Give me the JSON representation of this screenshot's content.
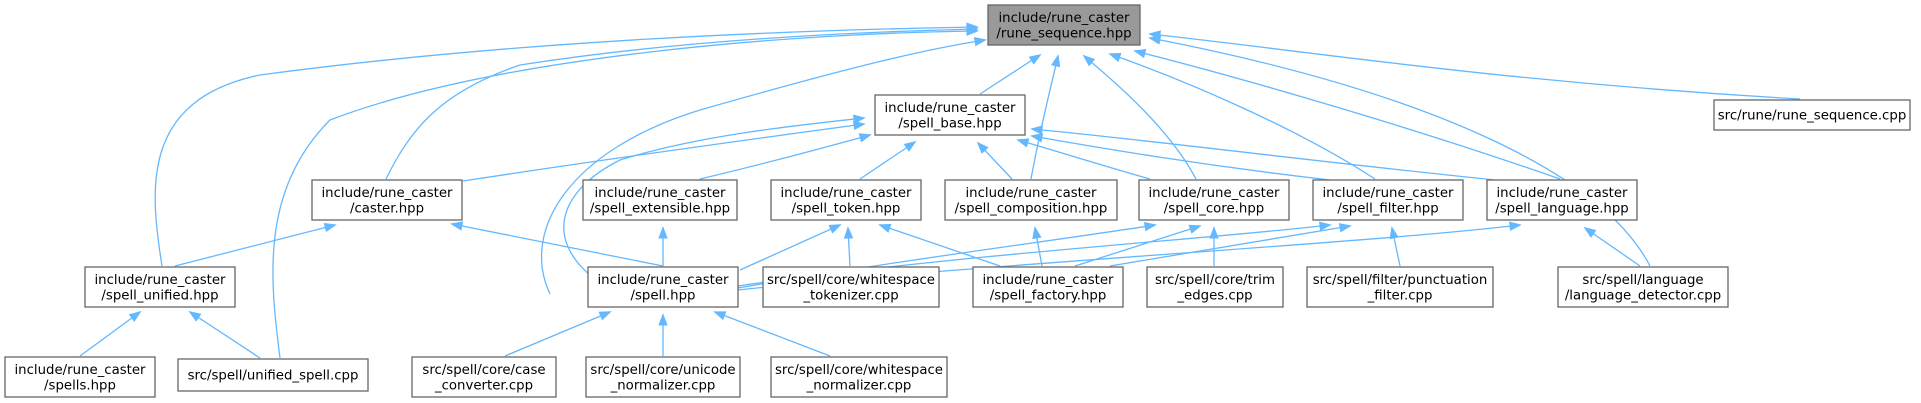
{
  "diagram": {
    "title": "",
    "edge_color": "#63b8ff",
    "root_fill": "#999999",
    "nodes": [
      {
        "id": "root",
        "lines": [
          "include/rune_caster",
          "/rune_sequence.hpp"
        ],
        "root": true
      },
      {
        "id": "spell_base",
        "lines": [
          "include/rune_caster",
          "/spell_base.hpp"
        ]
      },
      {
        "id": "rune_sequence_cpp",
        "lines": [
          "src/rune/rune_sequence.cpp"
        ]
      },
      {
        "id": "caster",
        "lines": [
          "include/rune_caster",
          "/caster.hpp"
        ]
      },
      {
        "id": "spell_extensible",
        "lines": [
          "include/rune_caster",
          "/spell_extensible.hpp"
        ]
      },
      {
        "id": "spell_token",
        "lines": [
          "include/rune_caster",
          "/spell_token.hpp"
        ]
      },
      {
        "id": "spell_composition",
        "lines": [
          "include/rune_caster",
          "/spell_composition.hpp"
        ]
      },
      {
        "id": "spell_core",
        "lines": [
          "include/rune_caster",
          "/spell_core.hpp"
        ]
      },
      {
        "id": "spell_filter",
        "lines": [
          "include/rune_caster",
          "/spell_filter.hpp"
        ]
      },
      {
        "id": "spell_language",
        "lines": [
          "include/rune_caster",
          "/spell_language.hpp"
        ]
      },
      {
        "id": "spell_unified",
        "lines": [
          "include/rune_caster",
          "/spell_unified.hpp"
        ]
      },
      {
        "id": "spell",
        "lines": [
          "include/rune_caster",
          "/spell.hpp"
        ]
      },
      {
        "id": "whitespace_tokenizer",
        "lines": [
          "src/spell/core/whitespace",
          "_tokenizer.cpp"
        ]
      },
      {
        "id": "spell_factory",
        "lines": [
          "include/rune_caster",
          "/spell_factory.hpp"
        ]
      },
      {
        "id": "trim_edges",
        "lines": [
          "src/spell/core/trim",
          "_edges.cpp"
        ]
      },
      {
        "id": "punctuation_filter",
        "lines": [
          "src/spell/filter/punctuation",
          "_filter.cpp"
        ]
      },
      {
        "id": "language_detector",
        "lines": [
          "src/spell/language",
          "/language_detector.cpp"
        ]
      },
      {
        "id": "spells",
        "lines": [
          "include/rune_caster",
          "/spells.hpp"
        ]
      },
      {
        "id": "unified_spell",
        "lines": [
          "src/spell/unified_spell.cpp"
        ]
      },
      {
        "id": "case_converter",
        "lines": [
          "src/spell/core/case",
          "_converter.cpp"
        ]
      },
      {
        "id": "unicode_normalizer",
        "lines": [
          "src/spell/core/unicode",
          "_normalizer.cpp"
        ]
      },
      {
        "id": "whitespace_normalizer",
        "lines": [
          "src/spell/core/whitespace",
          "_normalizer.cpp"
        ]
      }
    ],
    "edges": [
      {
        "from": "spell_base",
        "to": "root"
      },
      {
        "from": "rune_sequence_cpp",
        "to": "root"
      },
      {
        "from": "caster",
        "to": "root"
      },
      {
        "from": "spell_composition",
        "to": "root"
      },
      {
        "from": "spell_core",
        "to": "root"
      },
      {
        "from": "spell_filter",
        "to": "root"
      },
      {
        "from": "spell_language",
        "to": "root"
      },
      {
        "from": "spell_unified",
        "to": "root"
      },
      {
        "from": "spell",
        "to": "root"
      },
      {
        "from": "language_detector",
        "to": "root"
      },
      {
        "from": "unified_spell",
        "to": "root"
      },
      {
        "from": "caster",
        "to": "spell_base"
      },
      {
        "from": "spell_extensible",
        "to": "spell_base"
      },
      {
        "from": "spell_token",
        "to": "spell_base"
      },
      {
        "from": "spell_composition",
        "to": "spell_base"
      },
      {
        "from": "spell_core",
        "to": "spell_base"
      },
      {
        "from": "spell_filter",
        "to": "spell_base"
      },
      {
        "from": "spell_language",
        "to": "spell_base"
      },
      {
        "from": "spell",
        "to": "spell_base"
      },
      {
        "from": "spell_unified",
        "to": "caster"
      },
      {
        "from": "spell",
        "to": "caster"
      },
      {
        "from": "spell",
        "to": "spell_extensible"
      },
      {
        "from": "spell",
        "to": "spell_token"
      },
      {
        "from": "whitespace_tokenizer",
        "to": "spell_token"
      },
      {
        "from": "spell_factory",
        "to": "spell_token"
      },
      {
        "from": "spell_factory",
        "to": "spell_composition"
      },
      {
        "from": "spell",
        "to": "spell_core"
      },
      {
        "from": "spell_factory",
        "to": "spell_core"
      },
      {
        "from": "trim_edges",
        "to": "spell_core"
      },
      {
        "from": "spell",
        "to": "spell_filter"
      },
      {
        "from": "spell_factory",
        "to": "spell_filter"
      },
      {
        "from": "punctuation_filter",
        "to": "spell_filter"
      },
      {
        "from": "spell",
        "to": "spell_language"
      },
      {
        "from": "language_detector",
        "to": "spell_language"
      },
      {
        "from": "spells",
        "to": "spell_unified"
      },
      {
        "from": "unified_spell",
        "to": "spell_unified"
      },
      {
        "from": "case_converter",
        "to": "spell"
      },
      {
        "from": "unicode_normalizer",
        "to": "spell"
      },
      {
        "from": "whitespace_normalizer",
        "to": "spell"
      }
    ]
  }
}
